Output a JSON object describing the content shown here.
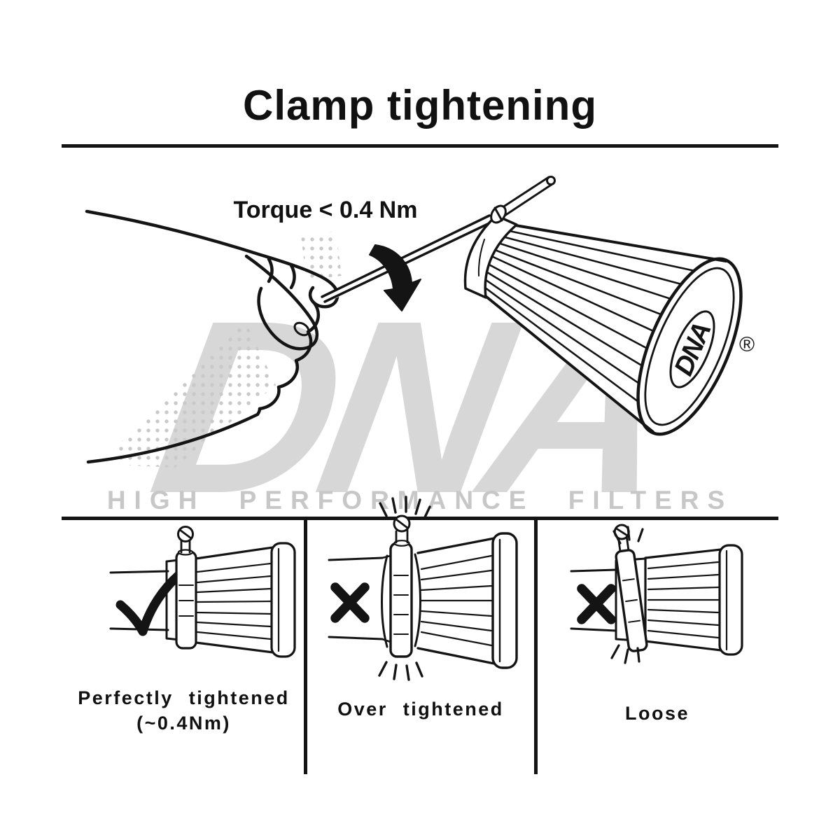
{
  "title": "Clamp tightening",
  "illustration": {
    "torque_label": "Torque < 0.4 Nm",
    "watermark_text": "DNA",
    "tagline": "HIGH PERFORMANCE FILTERS",
    "filter_cap_logo": "DNA",
    "registered_symbol": "®"
  },
  "panels": [
    {
      "id": "perfectly-tightened",
      "mark": "check",
      "label": "Perfectly tightened",
      "sublabel": "(~0.4Nm)"
    },
    {
      "id": "over-tightened",
      "mark": "cross",
      "label": "Over tightened",
      "sublabel": ""
    },
    {
      "id": "loose",
      "mark": "cross",
      "label": "Loose",
      "sublabel": ""
    }
  ],
  "colors": {
    "line": "#141414",
    "watermark": "#d7d7d7",
    "tagline": "#c7c7c7",
    "background": "#ffffff"
  }
}
